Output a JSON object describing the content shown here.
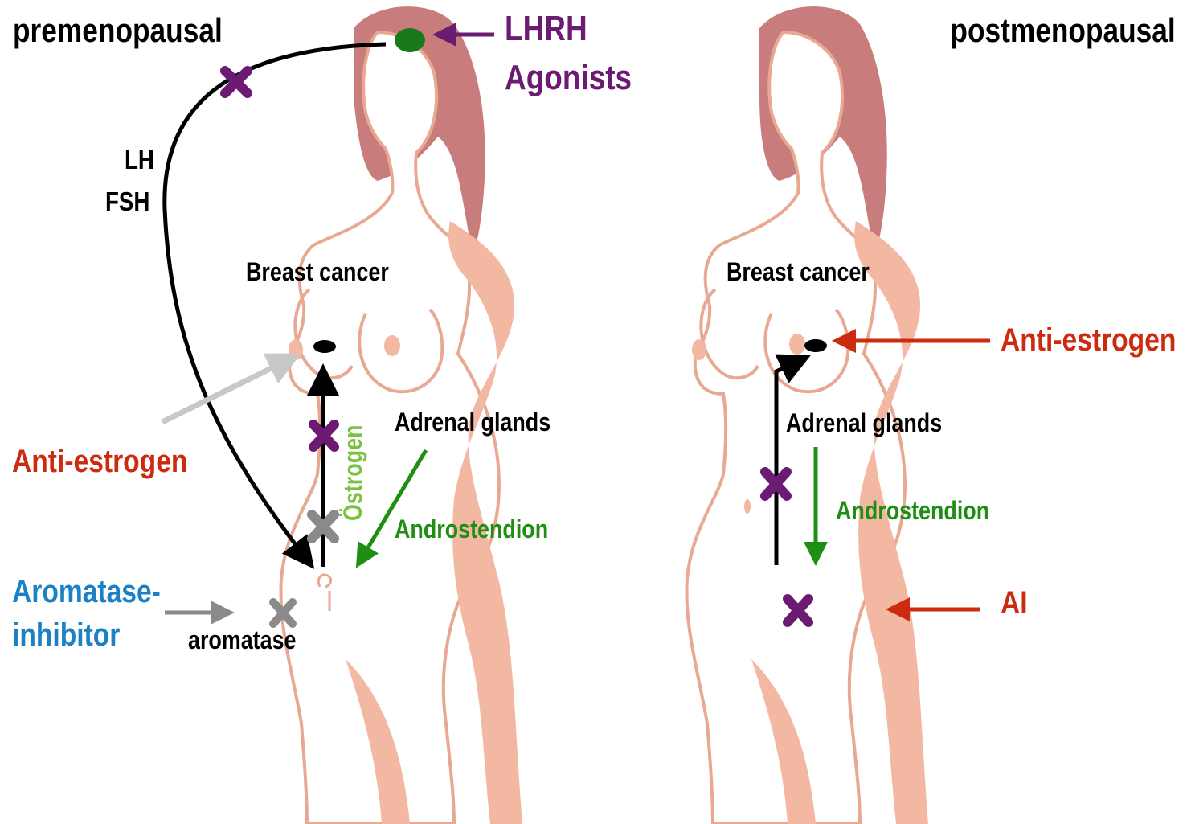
{
  "panels": {
    "left": {
      "title": "premenopausal",
      "lhrh_line1": "LHRH",
      "lhrh_line2": "Agonists",
      "lh": "LH",
      "fsh": "FSH",
      "breast_cancer": "Breast cancer",
      "adrenal_glands": "Adrenal glands",
      "ostrogen": "Östrogen",
      "androstendion": "Androstendion",
      "anti_estrogen": "Anti-estrogen",
      "aromatase_inhibitor_line1": "Aromatase-",
      "aromatase_inhibitor_line2": "inhibitor",
      "aromatase": "aromatase"
    },
    "right": {
      "title": "postmenopausal",
      "breast_cancer": "Breast cancer",
      "adrenal_glands": "Adrenal glands",
      "androstendion": "Androstendion",
      "anti_estrogen": "Anti-estrogen",
      "ai": "AI"
    }
  },
  "colors": {
    "body_skin": "#f2b8a2",
    "body_outline": "#e9a891",
    "hair": "#c97c7c",
    "purple": "#6c1b73",
    "red": "#cc2b10",
    "blue": "#1a82c4",
    "green": "#1f8f14",
    "light_green": "#7cc242",
    "gray": "#8a8a8a",
    "light_gray": "#c8c8c8"
  }
}
